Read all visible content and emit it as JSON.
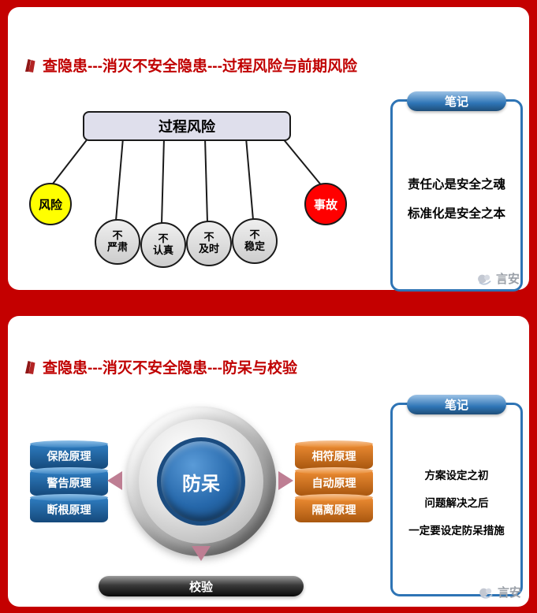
{
  "colors": {
    "page_bg": "#C40000",
    "title_red": "#C00000",
    "notes_border_blue": "#2E74B5",
    "risk_yellow": "#FFFF00",
    "accident_red": "#FF0000",
    "cylinder_blue": "#2F7EC2",
    "cylinder_orange": "#ED8C33",
    "sphere_blue": "#2668AB",
    "arrow_pink": "#BE7E93"
  },
  "slide1": {
    "title": "查隐患---消灭不安全隐患---过程风险与前期风险",
    "root_box": "过程风险",
    "risk_node": "风险",
    "accident_node": "事故",
    "cause_nodes": [
      [
        "不",
        "严肃"
      ],
      [
        "不",
        "认真"
      ],
      [
        "不",
        "及时"
      ],
      [
        "不",
        "稳定"
      ]
    ],
    "notes_header": "笔记",
    "notes_lines": [
      "责任心是安全之魂",
      "标准化是安全之本"
    ],
    "watermark": "言安"
  },
  "slide2": {
    "title": "查隐患---消灭不安全隐患---防呆与校验",
    "center_label": "防呆",
    "left_principles": [
      "保险原理",
      "警告原理",
      "断根原理"
    ],
    "right_principles": [
      "相符原理",
      "自动原理",
      "隔离原理"
    ],
    "bottom_pill": "校验",
    "notes_header": "笔记",
    "notes_lines": [
      "方案设定之初",
      "问题解决之后",
      "一定要设定防呆措施"
    ],
    "watermark": "言安"
  }
}
